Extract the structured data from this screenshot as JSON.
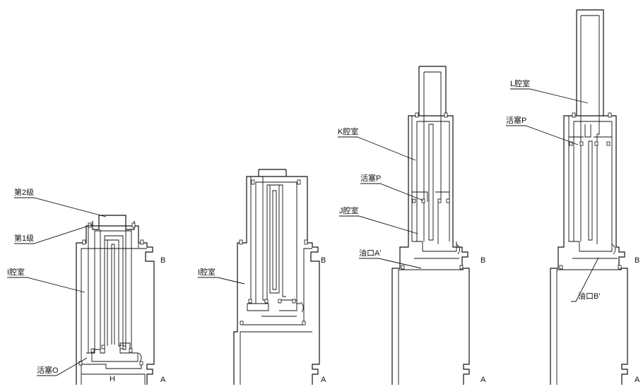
{
  "labels": {
    "stage2": "第2级",
    "stage1": "第1级",
    "chamber_i_1": "I腔室",
    "piston_o": "活塞O",
    "letter_h": "H",
    "port_b_1": "B",
    "port_a_1": "A",
    "chamber_i_2": "I腔室",
    "port_b_2": "B",
    "port_a_2": "A",
    "chamber_k": "K腔室",
    "piston_p_3": "活塞P",
    "chamber_j": "J腔室",
    "oil_port_a": "油口A'",
    "port_b_3": "B",
    "port_a_3": "A",
    "chamber_l": "L腔室",
    "piston_p_4": "活塞P",
    "oil_port_b": "油口B'",
    "port_b_4": "B",
    "port_a_4": "A"
  },
  "colors": {
    "line": "#111111",
    "background": "#ffffff"
  }
}
